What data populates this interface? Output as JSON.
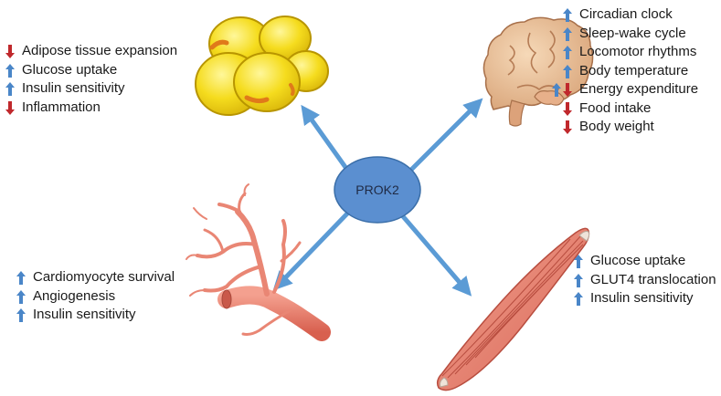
{
  "center": {
    "label": "PROK2",
    "fill": "#5b8fd0"
  },
  "colors": {
    "up_arrow": "#4a86c8",
    "down_arrow": "#c0282c",
    "connector": "#5b9bd5"
  },
  "adipose": {
    "effects": [
      {
        "label": "Adipose tissue expansion",
        "direction": "down"
      },
      {
        "label": "Glucose uptake",
        "direction": "up"
      },
      {
        "label": "Insulin sensitivity",
        "direction": "up"
      },
      {
        "label": "Inflammation",
        "direction": "down"
      }
    ]
  },
  "brain": {
    "effects": [
      {
        "label": "Circadian clock",
        "direction": "up"
      },
      {
        "label": "Sleep-wake cycle",
        "direction": "up"
      },
      {
        "label": "Locomotor rhythms",
        "direction": "up"
      },
      {
        "label": "Body temperature",
        "direction": "up"
      },
      {
        "label": "Energy expenditure",
        "direction": "up-down"
      },
      {
        "label": "Food intake",
        "direction": "down"
      },
      {
        "label": "Body weight",
        "direction": "down"
      }
    ]
  },
  "vessel": {
    "effects": [
      {
        "label": "Cardiomyocyte survival",
        "direction": "up"
      },
      {
        "label": "Angiogenesis",
        "direction": "up"
      },
      {
        "label": "Insulin sensitivity",
        "direction": "up"
      }
    ]
  },
  "muscle": {
    "effects": [
      {
        "label": "Glucose uptake",
        "direction": "up"
      },
      {
        "label": "GLUT4 translocation",
        "direction": "up"
      },
      {
        "label": "Insulin sensitivity",
        "direction": "up"
      }
    ]
  }
}
